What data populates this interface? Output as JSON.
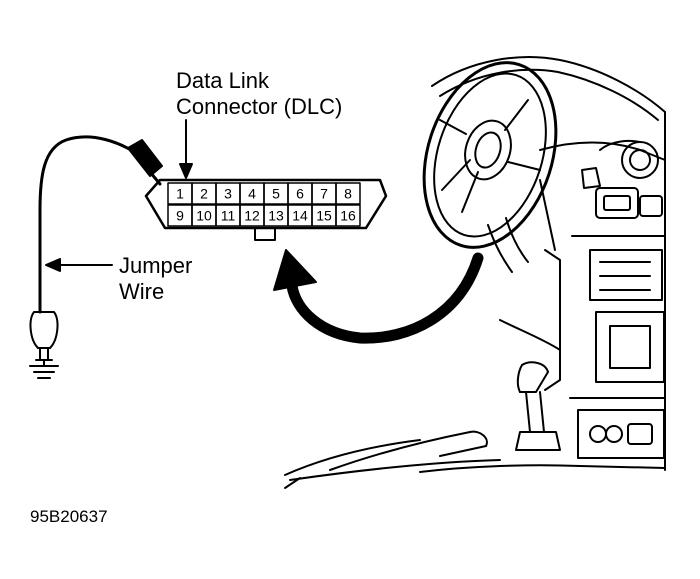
{
  "labels": {
    "dlc_line1": "Data Link",
    "dlc_line2": "Connector (DLC)",
    "jumper_line1": "Jumper",
    "jumper_line2": "Wire",
    "figure_id": "95B20637"
  },
  "connector": {
    "top_pins": [
      "1",
      "2",
      "3",
      "4",
      "5",
      "6",
      "7",
      "8"
    ],
    "bottom_pins": [
      "9",
      "10",
      "11",
      "12",
      "13",
      "14",
      "15",
      "16"
    ]
  }
}
